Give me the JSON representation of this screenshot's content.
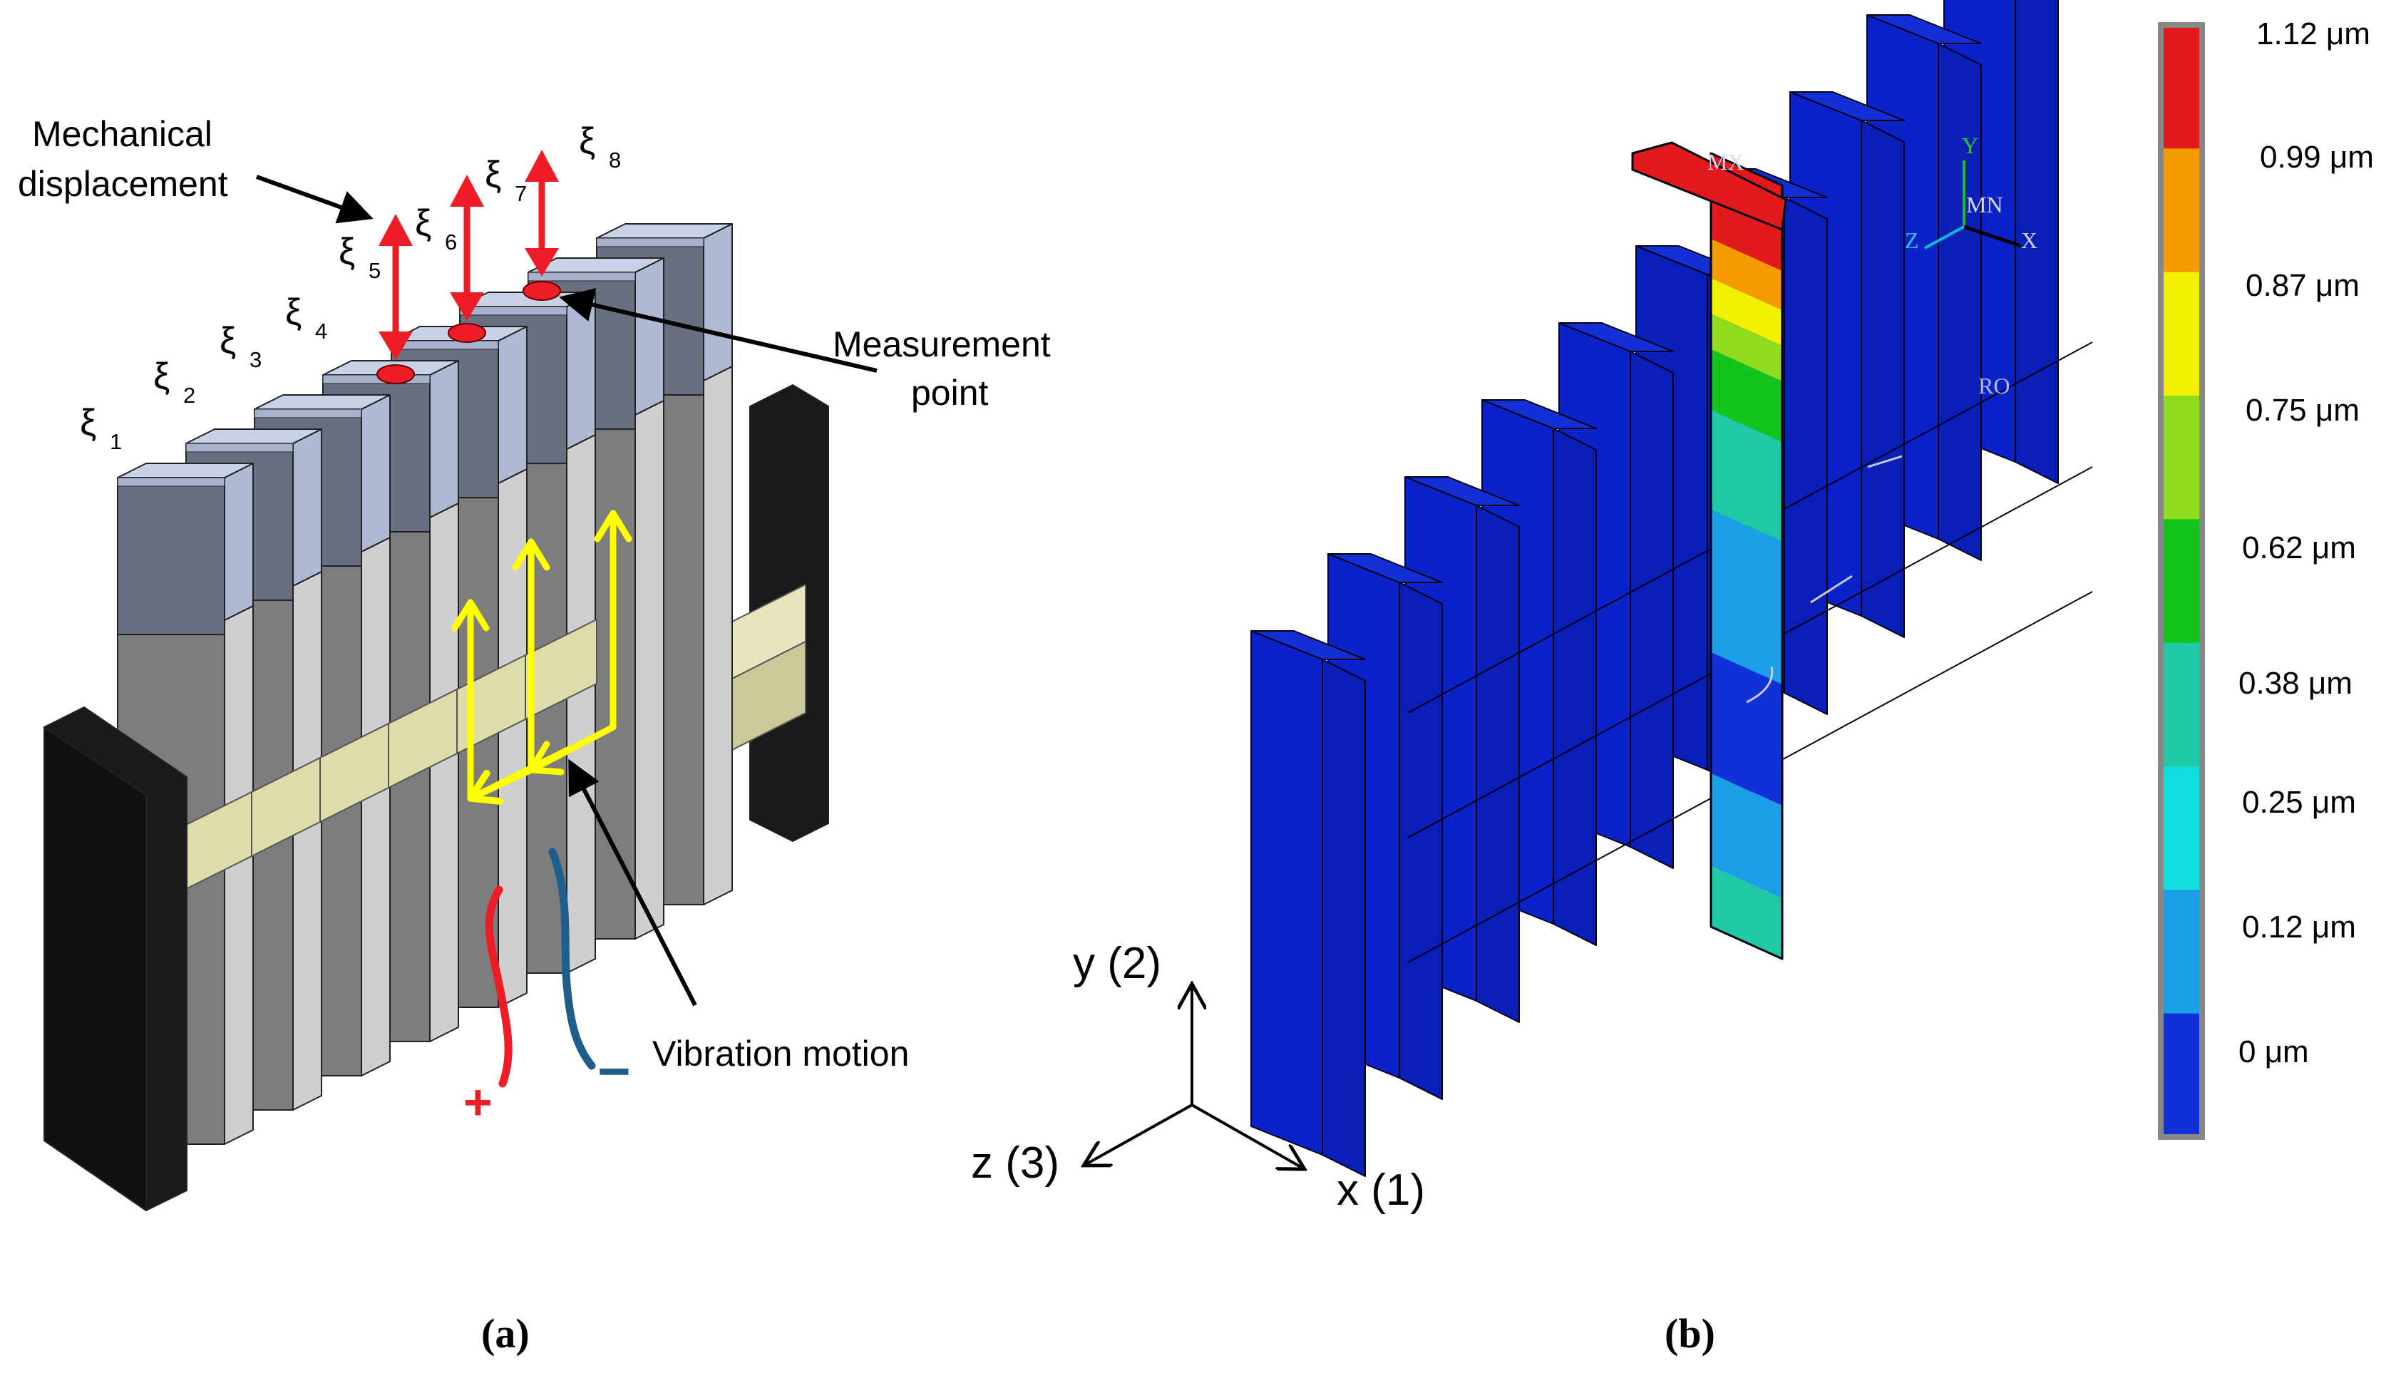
{
  "panel_a": {
    "caption": "(a)",
    "symbols": [
      {
        "base": "ξ",
        "sub": "1"
      },
      {
        "base": "ξ",
        "sub": "2"
      },
      {
        "base": "ξ",
        "sub": "3"
      },
      {
        "base": "ξ",
        "sub": "4"
      },
      {
        "base": "ξ",
        "sub": "5"
      },
      {
        "base": "ξ",
        "sub": "6"
      },
      {
        "base": "ξ",
        "sub": "7"
      },
      {
        "base": "ξ",
        "sub": "8"
      }
    ],
    "mech_label_line1": "Mechanical",
    "mech_label_line2": "displacement",
    "meas_label_line1": "Measurement",
    "meas_label_line2": "point",
    "vibration_label": "Vibration motion",
    "plus_sign": "+",
    "minus_sign": "−"
  },
  "panel_b": {
    "caption": "(b)",
    "axes": {
      "y": "y (2)",
      "z": "z (3)",
      "x": "x (1)"
    },
    "triad": {
      "y": "Y",
      "z": "Z",
      "x": "X",
      "mn": "MN",
      "mx": "MX",
      "ro": "RO"
    },
    "scale_labels": [
      "1.12 μm",
      "0.99 μm",
      "0.87 μm",
      "0.75 μm",
      "0.62 μm",
      "0.38 μm",
      "0.25 μm",
      "0.12 μm",
      "0 μm"
    ],
    "scale_colors": [
      "#e31a1c",
      "#f59b00",
      "#f2ef00",
      "#8fdc1e",
      "#13c41d",
      "#1fc9a5",
      "#10dede",
      "#1a9fe6",
      "#1230d8"
    ]
  },
  "colors": {
    "plate_top": "#a6b2cd",
    "plate_upper": "#687081",
    "plate_lower": "#7d7d7d",
    "electrode": "#1a1a1a",
    "spacer": "#e7e5bd",
    "red_arrow": "#ee1c24",
    "yellow_arrow": "#ffff00",
    "wire_blue": "#1f5d8a",
    "fem_blue": "#0b22c8"
  }
}
